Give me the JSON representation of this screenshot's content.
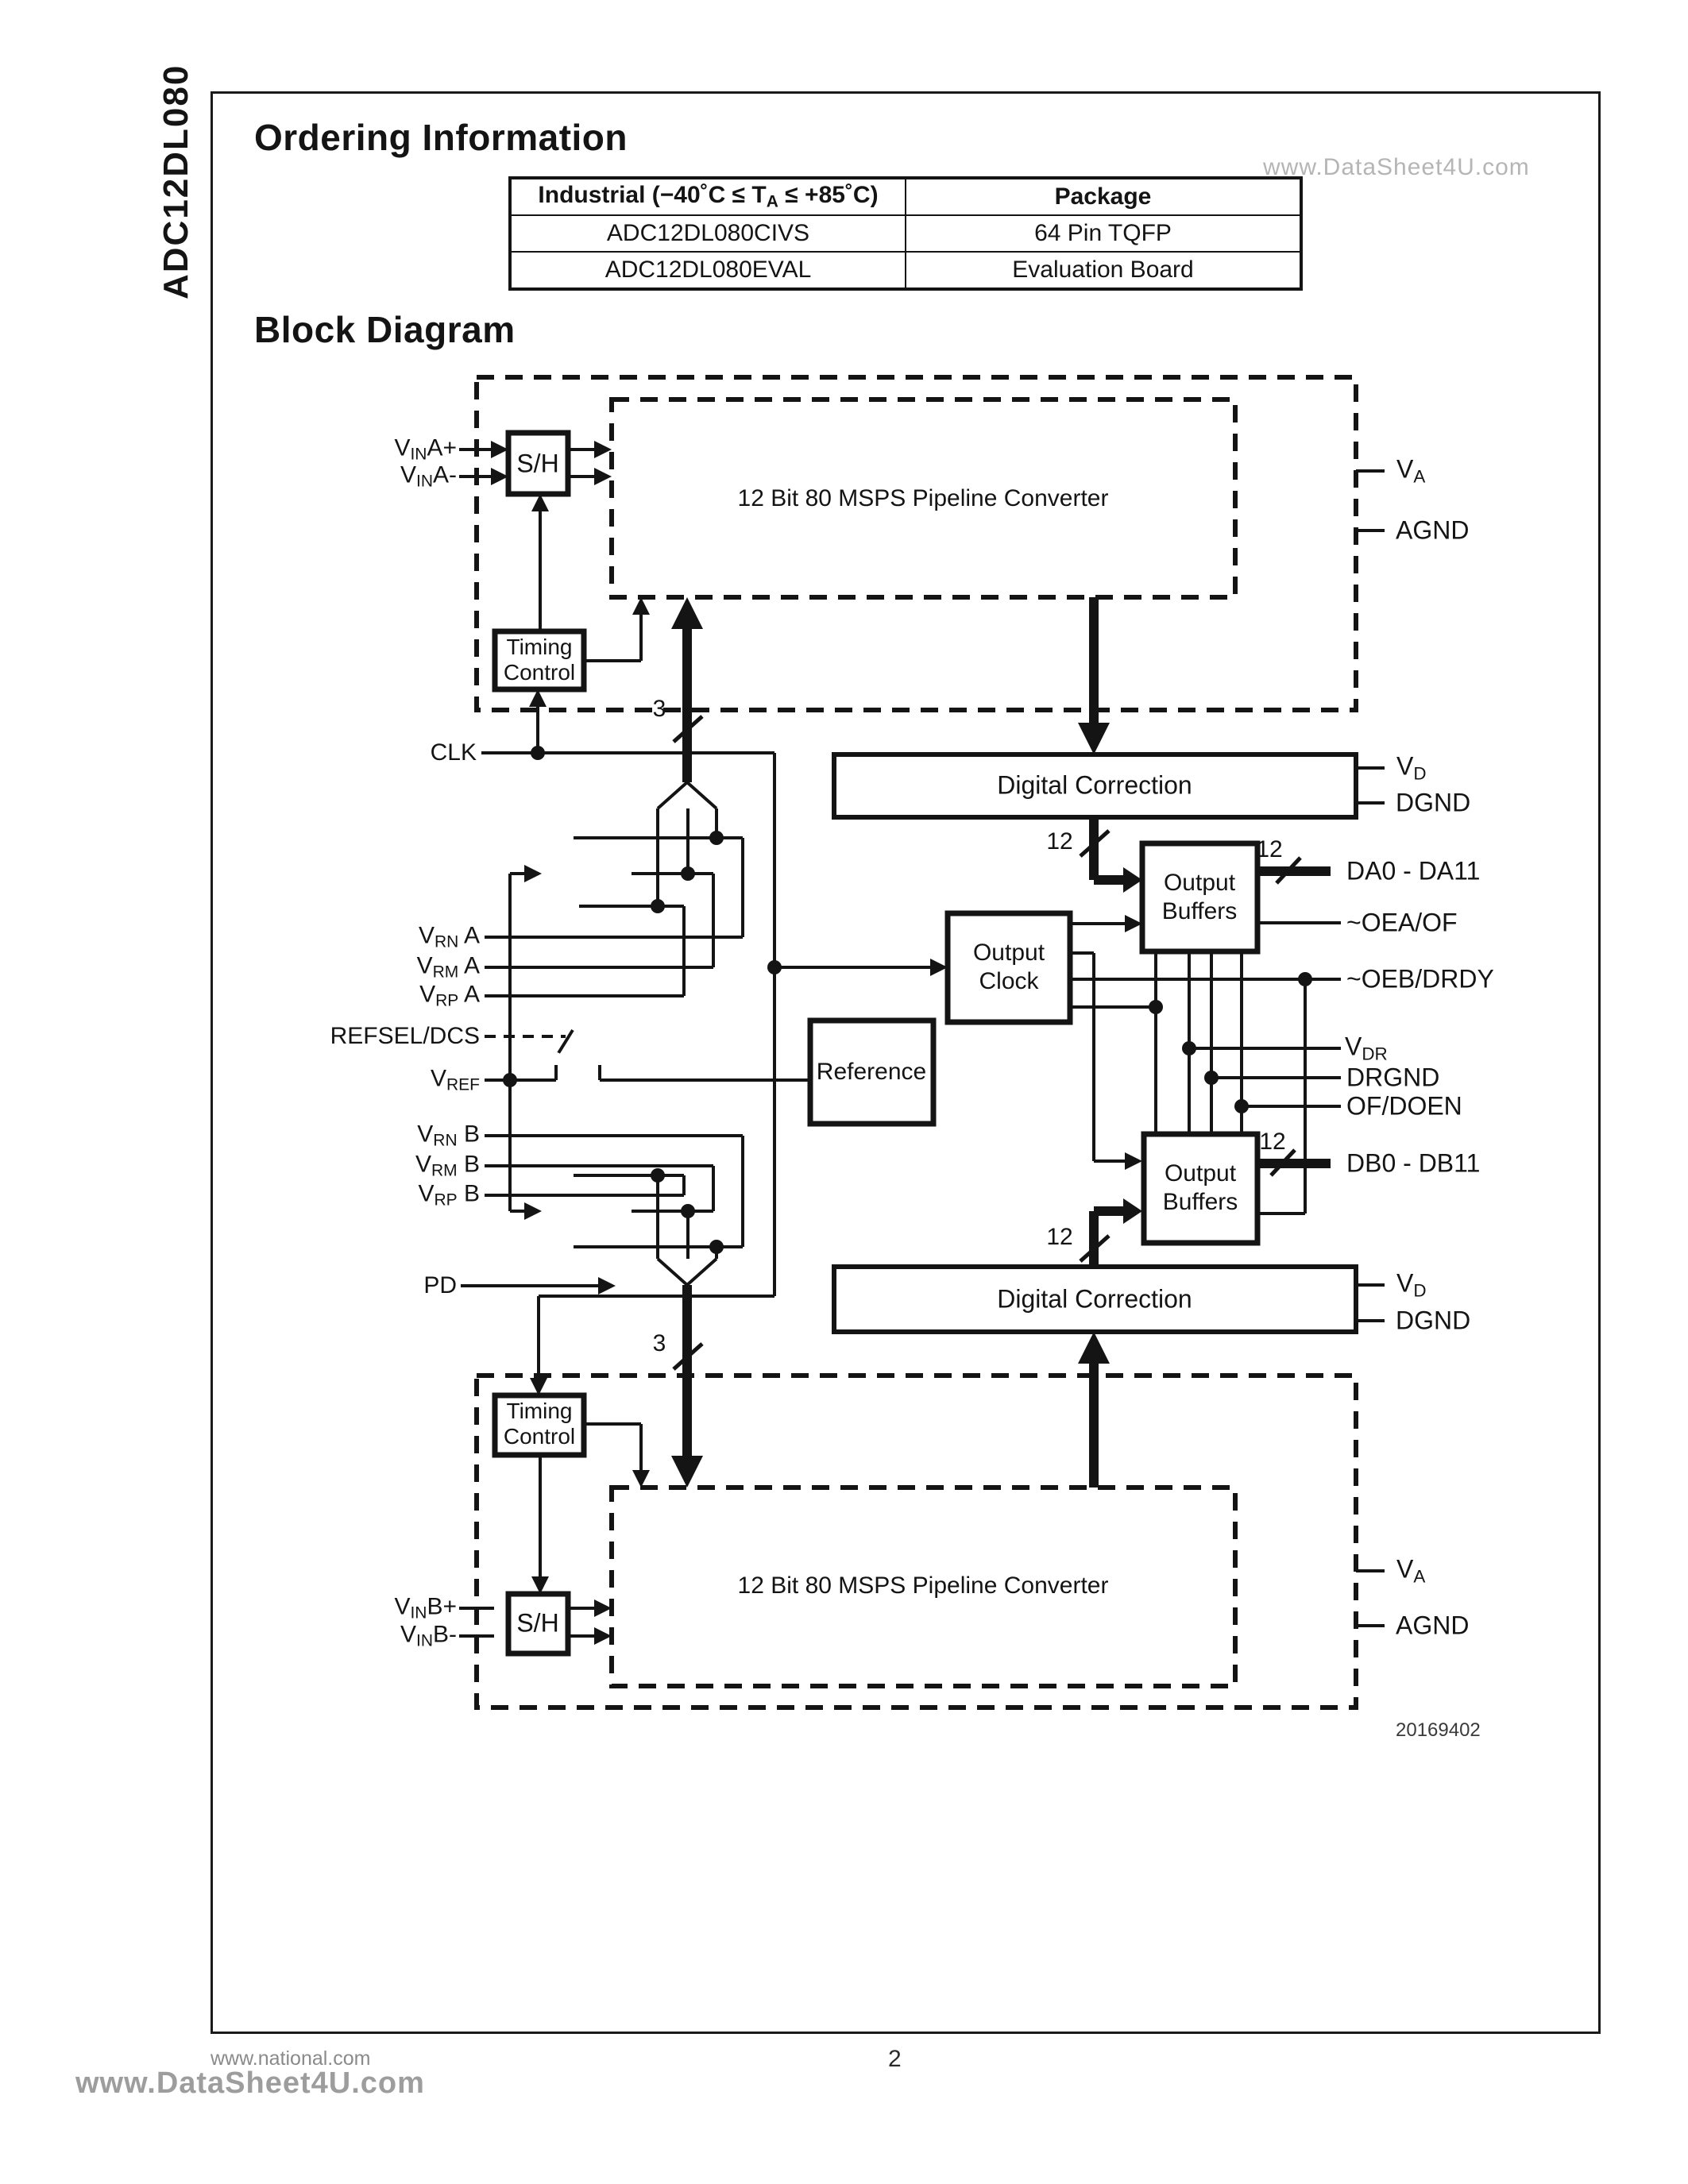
{
  "page": {
    "side_title": "ADC12DL080",
    "watermark_top": "www.DataSheet4U.com",
    "watermark_bottom": "www.DataSheet4U.com",
    "footer_site": "www.national.com",
    "page_number": "2",
    "figure_number": "20169402"
  },
  "sections": {
    "ordering_title": "Ordering Information",
    "block_diagram_title": "Block Diagram"
  },
  "ordering_table": {
    "header": {
      "temp_pre": "Industrial (−40˚C ≤ T",
      "temp_sub": "A",
      "temp_post": " ≤ +85˚C)",
      "package": "Package"
    },
    "rows": [
      {
        "part": "ADC12DL080CIVS",
        "package": "64 Pin TQFP"
      },
      {
        "part": "ADC12DL080EVAL",
        "package": "Evaluation Board"
      }
    ]
  },
  "diagram": {
    "bus": {
      "three": "3",
      "twelve": "12"
    },
    "blocks": {
      "sh": "S/H",
      "timing_l1": "Timing",
      "timing_l2": "Control",
      "pipeline": "12 Bit 80 MSPS Pipeline Converter",
      "digital_correction": "Digital Correction",
      "output_buffers_l1": "Output",
      "output_buffers_l2": "Buffers",
      "output_clock_l1": "Output",
      "output_clock_l2": "Clock",
      "reference": "Reference"
    },
    "pins": {
      "vin_a_plus": {
        "pre": "V",
        "sub": "IN",
        "post": "A+"
      },
      "vin_a_minus": {
        "pre": "V",
        "sub": "IN",
        "post": "A-"
      },
      "clk": {
        "text": "CLK"
      },
      "vrn_a": {
        "pre": "V",
        "sub": "RN",
        "post": " A"
      },
      "vrm_a": {
        "pre": "V",
        "sub": "RM",
        "post": " A"
      },
      "vrp_a": {
        "pre": "V",
        "sub": "RP",
        "post": " A"
      },
      "refsel": {
        "text": "REFSEL/DCS"
      },
      "vref": {
        "pre": "V",
        "sub": "REF",
        "post": ""
      },
      "vrn_b": {
        "pre": "V",
        "sub": "RN",
        "post": " B"
      },
      "vrm_b": {
        "pre": "V",
        "sub": "RM",
        "post": " B"
      },
      "vrp_b": {
        "pre": "V",
        "sub": "RP",
        "post": " B"
      },
      "pd": {
        "text": "PD"
      },
      "vin_b_plus": {
        "pre": "V",
        "sub": "IN",
        "post": "B+"
      },
      "vin_b_minus": {
        "pre": "V",
        "sub": "IN",
        "post": "B-"
      },
      "va": {
        "pre": "V",
        "sub": "A",
        "post": ""
      },
      "agnd": {
        "text": "AGND"
      },
      "vd": {
        "pre": "V",
        "sub": "D",
        "post": ""
      },
      "dgnd": {
        "text": "DGND"
      },
      "da": {
        "text": "DA0 - DA11"
      },
      "oea": {
        "text": "~OEA/OF"
      },
      "oeb": {
        "text": "~OEB/DRDY"
      },
      "vdr": {
        "pre": "V",
        "sub": "DR",
        "post": ""
      },
      "drgnd": {
        "text": "DRGND"
      },
      "of_doen": {
        "text": "OF/DOEN"
      },
      "db": {
        "text": "DB0 - DB11"
      }
    }
  }
}
